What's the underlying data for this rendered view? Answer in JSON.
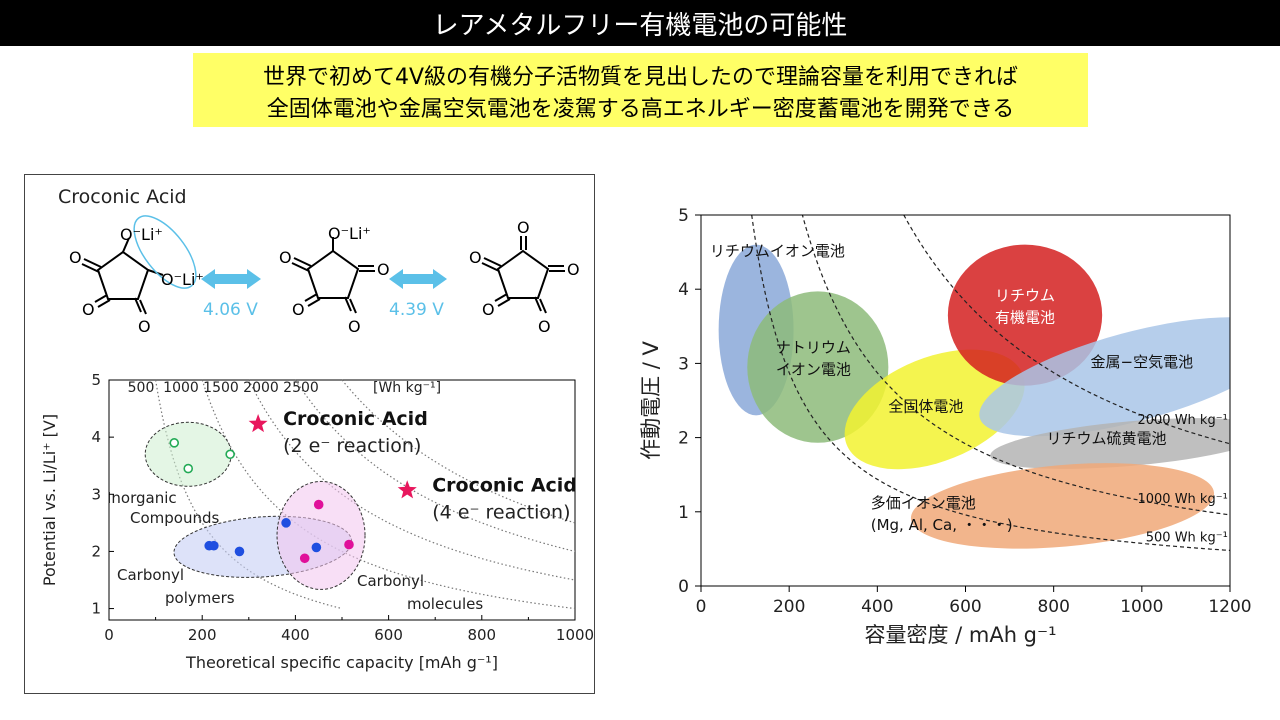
{
  "title": "レアメタルフリー有機電池の可能性",
  "highlight": {
    "line1": "世界で初めて4V級の有機分子活物質を見出したので理論容量を利用できれば",
    "line2": "全固体電池や金属空気電池を凌駕する高エネルギー密度蓄電池を開発できる"
  },
  "structure": {
    "name": "Croconic Acid",
    "subst_top": "O⁻Li⁺",
    "subst_right": "O⁻Li⁺",
    "volt1": "4.06 V",
    "volt2": "4.39 V",
    "atom": "O"
  },
  "colors": {
    "arrow": "#5bc0e8",
    "star": "#e8175d",
    "lithium_organic": "#d42020"
  },
  "chart_data": [
    {
      "type": "scatter",
      "xlabel": "Theoretical specific capacity [mAh g⁻¹]",
      "ylabel": "Potential vs. Li/Li⁺ [V]",
      "xlim": [
        0,
        1000
      ],
      "ylim": [
        0.8,
        5
      ],
      "xticks": [
        "0",
        "200",
        "400",
        "600",
        "800",
        "1000"
      ],
      "yticks": [
        "1",
        "2",
        "3",
        "4",
        "5"
      ],
      "iso_energy_label": "[Wh kg⁻¹]",
      "iso_energy": [
        {
          "label": "500",
          "value": 500
        },
        {
          "label": "1000",
          "value": 1000
        },
        {
          "label": "1500",
          "value": 1500
        },
        {
          "label": "2000",
          "value": 2000
        },
        {
          "label": "2500",
          "value": 2500
        }
      ],
      "series": [
        {
          "name": "Inorganic Compounds",
          "marker": "open-circle",
          "color": "#22aa55",
          "points": [
            [
              140,
              3.9
            ],
            [
              170,
              3.45
            ],
            [
              260,
              3.7
            ]
          ]
        },
        {
          "name": "Carbonyl polymers",
          "marker": "filled-circle",
          "color": "#1f4fe0",
          "points": [
            [
              215,
              2.1
            ],
            [
              225,
              2.1
            ],
            [
              280,
              2.0
            ],
            [
              380,
              2.5
            ],
            [
              445,
              2.07
            ]
          ]
        },
        {
          "name": "Carbonyl molecules",
          "marker": "filled-circle",
          "color": "#e0109a",
          "points": [
            [
              450,
              2.82
            ],
            [
              420,
              1.88
            ],
            [
              515,
              2.12
            ]
          ]
        }
      ],
      "highlights": [
        {
          "label": "Croconic Acid",
          "sub": "(2 e⁻ reaction)",
          "x": 320,
          "y": 4.23
        },
        {
          "label": "Croconic Acid",
          "sub": "(4 e⁻ reaction)",
          "x": 640,
          "y": 3.07
        }
      ]
    },
    {
      "type": "area",
      "xlabel": "容量密度 / mAh g⁻¹",
      "ylabel": "作動電圧 / V",
      "xlim": [
        0,
        1200
      ],
      "ylim": [
        0,
        5
      ],
      "xticks": [
        "0",
        "200",
        "400",
        "600",
        "800",
        "1000",
        "1200"
      ],
      "yticks": [
        "0",
        "1",
        "2",
        "3",
        "4",
        "5"
      ],
      "iso_energy": [
        {
          "label": "500 Wh kg⁻¹",
          "value": 500
        },
        {
          "label": "1000 Wh kg⁻¹",
          "value": 1000
        },
        {
          "label": "2000 Wh kg⁻¹",
          "value": 2000
        }
      ],
      "regions": [
        {
          "name": "リチウムイオン電池",
          "color": "#8aa8d8",
          "cx": 125,
          "cy": 3.45,
          "rx": 85,
          "ry": 1.15,
          "angle": 0
        },
        {
          "name": "ナトリウム\nイオン電池",
          "color": "#8dbb7a",
          "cx": 265,
          "cy": 2.95,
          "rx": 160,
          "ry": 1.02,
          "angle": 0
        },
        {
          "name": "全固体電池",
          "color": "#f2f230",
          "cx": 530,
          "cy": 2.38,
          "rx": 215,
          "ry": 0.7,
          "angle": -22
        },
        {
          "name": "リチウム\n有機電池",
          "color": "#d42020",
          "cx": 735,
          "cy": 3.65,
          "rx": 175,
          "ry": 0.95,
          "angle": 0
        },
        {
          "name": "金属−空気電池",
          "color": "#a9c6e8",
          "cx": 980,
          "cy": 2.82,
          "rx": 360,
          "ry": 0.6,
          "angle": -15
        },
        {
          "name": "リチウム硫黄電池",
          "color": "#b4b4b4",
          "cx": 975,
          "cy": 1.92,
          "rx": 320,
          "ry": 0.3,
          "angle": -5
        },
        {
          "name": "多価イオン電池\n(Mg, Al, Ca, ・・・)",
          "color": "#f0a878",
          "cx": 820,
          "cy": 1.08,
          "rx": 345,
          "ry": 0.55,
          "angle": -5
        }
      ]
    }
  ]
}
